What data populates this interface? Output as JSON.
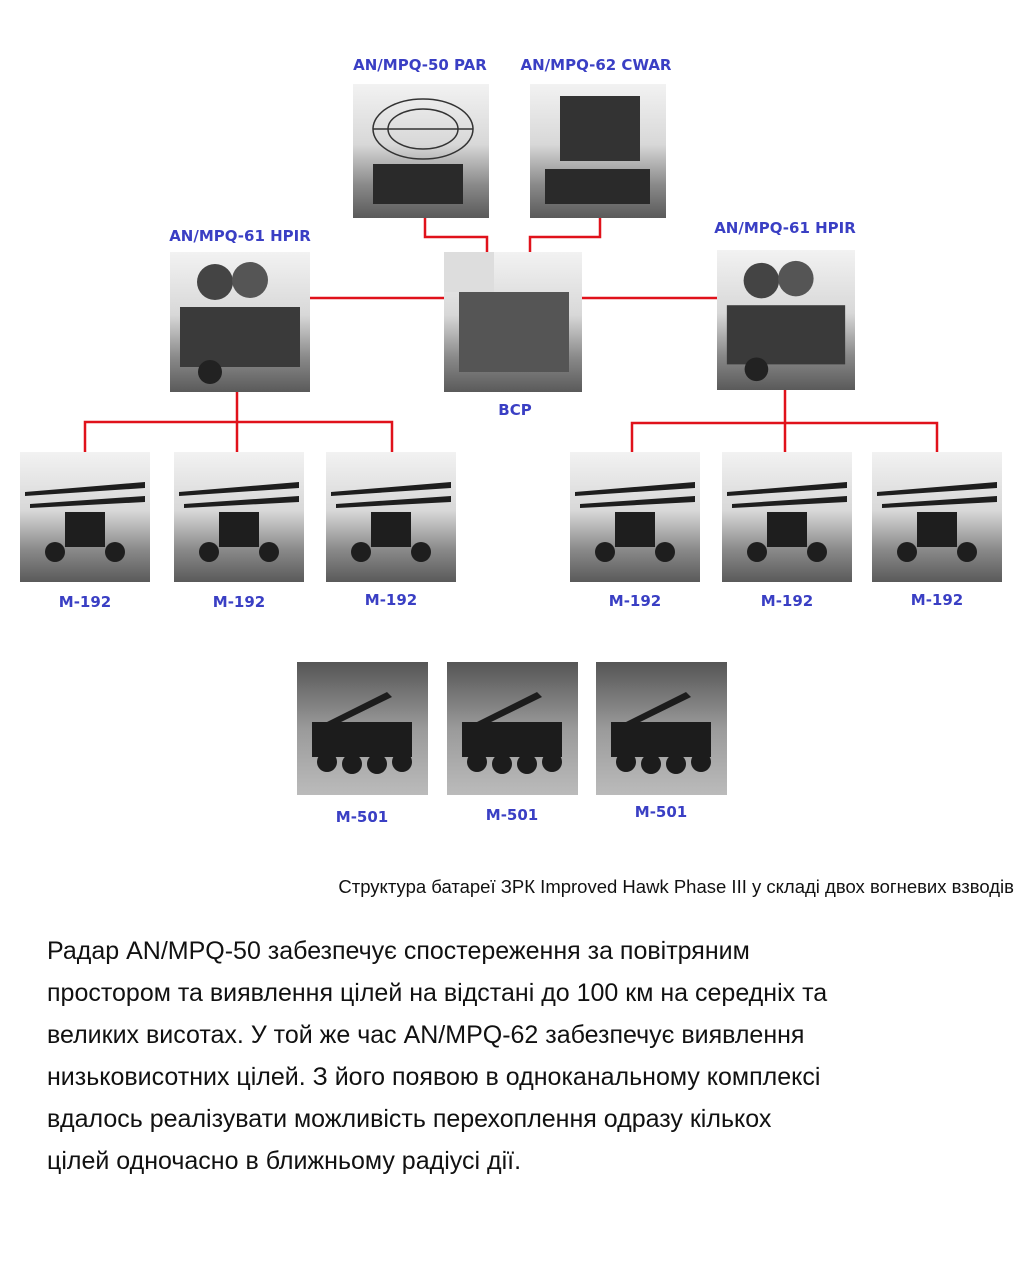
{
  "diagram": {
    "nodes": {
      "par": "AN/MPQ-50 PAR",
      "cwar": "AN/MPQ-62 CWAR",
      "hpir_left": "AN/MPQ-61 HPIR",
      "hpir_right": "AN/MPQ-61 HPIR",
      "bcp": "BCP",
      "launchers": [
        "M-192",
        "M-192",
        "M-192",
        "M-192",
        "M-192",
        "M-192"
      ],
      "loaders": [
        "M-501",
        "M-501",
        "M-501"
      ]
    },
    "colors": {
      "label": "#3a3fc4",
      "connector": "#e0121b"
    }
  },
  "caption": "Структура батареї ЗРК Improved Hawk Phase III у складі двох вогневих взводів",
  "body_lines": [
    "Радар AN/MPQ-50 забезпечує спостереження за повітряним",
    "простором та виявлення цілей на відстані до 100 км на середніх та",
    "великих висотах. У той же час AN/MPQ-62 забезпечує виявлення",
    "низьковисотних цілей. З його появою в одноканальному комплексі",
    "вдалось реалізувати можливість перехоплення одразу кількох",
    "цілей одночасно в ближньому радіусі дії."
  ]
}
